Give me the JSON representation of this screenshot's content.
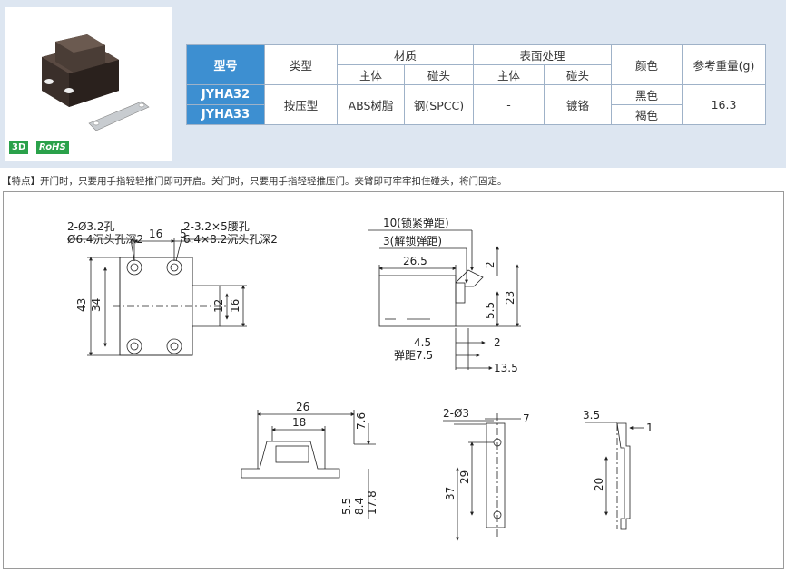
{
  "badges": {
    "three_d": "3D",
    "rohs": "RoHS"
  },
  "table": {
    "h_model": "型号",
    "h_type": "类型",
    "h_material": "材质",
    "h_surface": "表面处理",
    "h_color": "颜色",
    "h_weight": "参考重量(g)",
    "sub_body": "主体",
    "sub_striker": "碰头",
    "sub_body2": "主体",
    "sub_striker2": "碰头",
    "rows": [
      {
        "model": "JYHA32",
        "color": "黑色"
      },
      {
        "model": "JYHA33",
        "color": "褐色"
      }
    ],
    "type": "按压型",
    "material_body": "ABS树脂",
    "material_striker": "钢(SPCC)",
    "surface_body": "-",
    "surface_striker": "镀铬",
    "weight": "16.3"
  },
  "feature_text": "【特点】开门时，只要用手指轻轻推门即可开启。关门时，只要用手指轻轻推压门。夹臂即可牢牢扣住碰头，将门固定。",
  "dims": {
    "hole1": "2-Ø3.2孔",
    "hole1b": "Ø6.4沉头孔深2",
    "d16a": "16",
    "d5": "5",
    "slot1": "2-3.2×5腰孔",
    "slot1b": "6.4×8.2沉头孔深2",
    "d43": "43",
    "d34": "34",
    "d12": "12",
    "d16b": "16",
    "lock": "10(锁紧弹距)",
    "unlock": "3(解锁弹距)",
    "d265": "26.5",
    "d2a": "2",
    "d23": "23",
    "d55a": "5.5",
    "d45": "4.5",
    "d2b": "2",
    "spring": "弹距7.5",
    "d135": "13.5",
    "d26": "26",
    "d18": "18",
    "d76": "7.6",
    "d55b": "5.5",
    "d84": "8.4",
    "d178": "17.8",
    "hole2": "2-Ø3",
    "d7": "7",
    "d37": "37",
    "d29": "29",
    "d35": "3.5",
    "d1": "1",
    "d20": "20"
  }
}
